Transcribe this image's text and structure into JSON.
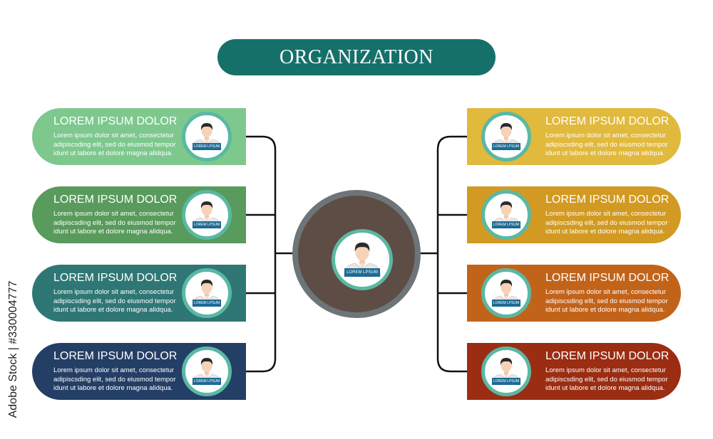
{
  "title": "ORGANIZATION",
  "colors": {
    "title_bg": "#16706a",
    "connector": "#111111",
    "avatar_ring": "#5ab8a3",
    "name_tag": "#1d6b94",
    "hub_outer": "#6d7579",
    "hub_inner": "#5e4d45"
  },
  "center": {
    "icon": "person-icon",
    "tag": "LOREM LPSUM"
  },
  "left_cards": [
    {
      "heading": "LOREM IPSUM DOLOR",
      "text": "Lorem ipsum dolor sit amet, consectetur\nadipiscsding elit, sed do eiusmod tempor\nidunt ut labore et dolore magna alidqua.",
      "tag": "LOREM LPSUM",
      "color": "#7ec88e"
    },
    {
      "heading": "LOREM IPSUM DOLOR",
      "text": "Lorem ipsum dolor sit amet, consectetur\nadipiscsding elit, sed do eiusmod tempor\nidunt ut labore et dolore magna alidqua.",
      "tag": "LOREM LPSUM",
      "color": "#589b5c"
    },
    {
      "heading": "LOREM IPSUM DOLOR",
      "text": "Lorem ipsum dolor sit amet, consectetur\nadipiscsding elit, sed do eiusmod tempor\nidunt ut labore et dolore magna alidqua.",
      "tag": "LOREM LPSUM",
      "color": "#2f7775"
    },
    {
      "heading": "LOREM IPSUM DOLOR",
      "text": "Lorem ipsum dolor sit amet, consectetur\nadipiscsding elit, sed do eiusmod tempor\nidunt ut labore et dolore magna alidqua.",
      "tag": "LOREM LPSUM",
      "color": "#243f66"
    }
  ],
  "right_cards": [
    {
      "heading": "LOREM IPSUM DOLOR",
      "text": "Lorem ipsum dolor sit amet, consectetur\nadipiscsding elit, sed do eiusmod tempor\nidunt ut labore et dolore magna alidqua.",
      "tag": "LOREM LPSUM",
      "color": "#e1b93d"
    },
    {
      "heading": "LOREM IPSUM DOLOR",
      "text": "Lorem ipsum dolor sit amet, consectetur\nadipiscsding elit, sed do eiusmod tempor\nidunt ut labore et dolore magna alidqua.",
      "tag": "LOREM LPSUM",
      "color": "#d29a22"
    },
    {
      "heading": "LOREM IPSUM DOLOR",
      "text": "Lorem ipsum dolor sit amet, consectetur\nadipiscsding elit, sed do eiusmod tempor\nidunt ut labore et dolore magna alidqua.",
      "tag": "LOREM LPSUM",
      "color": "#c2631a"
    },
    {
      "heading": "LOREM IPSUM DOLOR",
      "text": "Lorem ipsum dolor sit amet, consectetur\nadipiscsding elit, sed do eiusmod tempor\nidunt ut labore et dolore magna alidqua.",
      "tag": "LOREM LPSUM",
      "color": "#9a2d12"
    }
  ],
  "watermark": "Adobe Stock | #330004777"
}
